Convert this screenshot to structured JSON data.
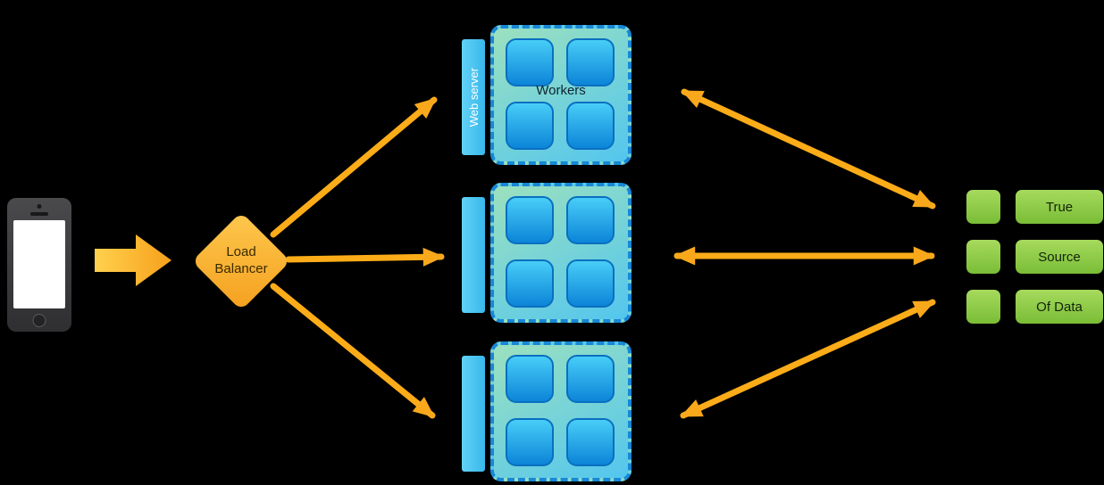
{
  "diagram": {
    "client": {
      "icon": "smartphone-icon"
    },
    "load_balancer": {
      "label": "Load Balancer"
    },
    "web_servers": {
      "bar_label": "Web server",
      "workers_label": "Workers",
      "group_count": 3,
      "workers_per_group": 4
    },
    "data_source": {
      "rows": [
        {
          "label": "True"
        },
        {
          "label": "Source"
        },
        {
          "label": "Of Data"
        }
      ]
    },
    "colors": {
      "background": "#000000",
      "arrow": "#FBAC18",
      "arrow_light": "#FFD14E",
      "load_balancer_fill": "#FBB040",
      "web_server_bar": "#47C3F0",
      "workers_box_top": "#9CE1BF",
      "workers_box_bottom": "#53C6EE",
      "workers_box_border": "#1787D6",
      "worker_fill_top": "#48CDF7",
      "worker_fill_bottom": "#0C85D8",
      "green_block": "#8CC63F"
    }
  }
}
